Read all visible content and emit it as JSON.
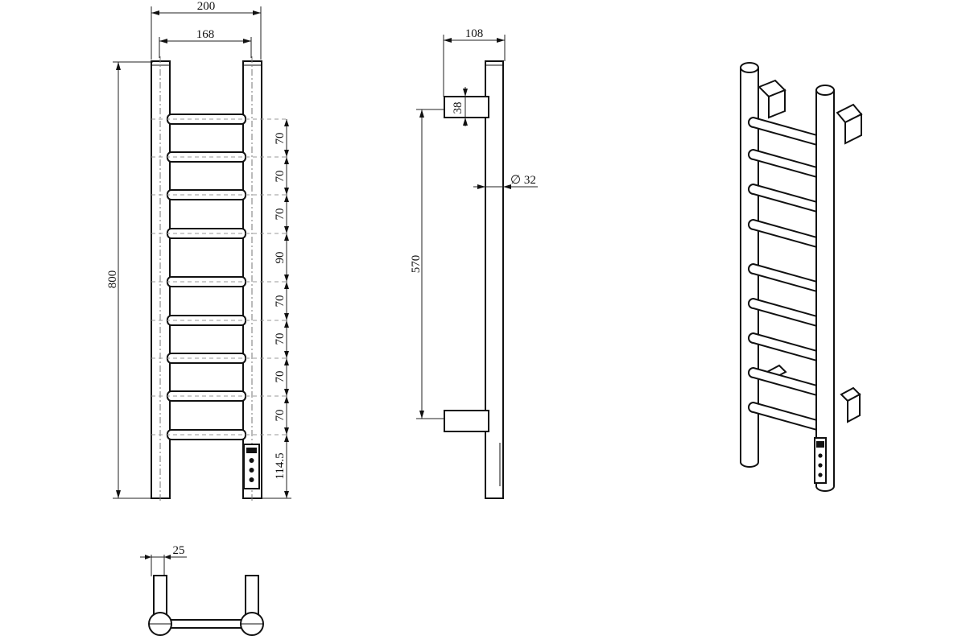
{
  "front_view": {
    "width_label": "200",
    "center_label": "168",
    "height_label": "800",
    "spacing_labels": [
      "70",
      "70",
      "70",
      "90",
      "70",
      "70",
      "70",
      "70",
      "114.5"
    ]
  },
  "side_view": {
    "depth_label": "108",
    "bracket_label": "38",
    "diameter_label": "∅ 32",
    "mount_label": "570"
  },
  "top_view": {
    "offset_label": "25"
  }
}
